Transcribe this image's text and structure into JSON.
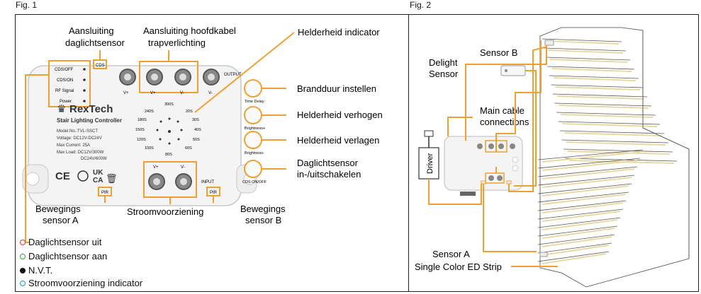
{
  "fig1": {
    "title": "Fig. 1",
    "callouts": {
      "daylight_port": [
        "Aansluiting",
        "daglichtsensor"
      ],
      "main_cable": [
        "Aansluiting hoofdkabel",
        "trapverlichting"
      ],
      "brightness_indicator": "Helderheid indicator",
      "burn_time": "Brandduur instellen",
      "brightness_up": "Helderheid verhogen",
      "brightness_down": "Helderheid verlagen",
      "daylight_toggle": [
        "Daglichtsensor",
        "in-/uitschakelen"
      ],
      "motion_a": [
        "Bewegings",
        "sensor A"
      ],
      "power": "Stroomvoorziening",
      "motion_b": [
        "Bewegings",
        "sensor B"
      ]
    },
    "legend": [
      {
        "label": "Daglichtsensor uit",
        "color": "#e03030",
        "style": "ring"
      },
      {
        "label": "Daglichtsensor aan",
        "color": "#2e9e3e",
        "style": "ring"
      },
      {
        "label": "N.V.T.",
        "color": "#111111",
        "style": "filled"
      },
      {
        "label": "Stroomvoorziening indicator",
        "color": "#1e8fd6",
        "style": "ring"
      }
    ],
    "device": {
      "brand": "RexTech",
      "product": "Stair Lighting Controller",
      "specs": [
        "Model No.:TVL-SSCT",
        "Voltage: DC12V-DC24V",
        "Max Current: 25A",
        "Max Load: DC12V/300W",
        "DC24V/600W"
      ],
      "status_labels": [
        "CDS/OFF",
        "CDS/ON",
        "RF Signal",
        "Power"
      ],
      "cds_label": "CDS",
      "output_label": "OUTPUT",
      "input_label": "INPUT",
      "pir_label": "PIR",
      "terminal_labels": [
        "V+",
        "V+",
        "V-",
        "V-"
      ],
      "input_terminal_labels": [
        "V+",
        "V-"
      ],
      "button_labels": [
        "Time Delay",
        "Brightness+",
        "Brightness-",
        "CDS ON/OFF"
      ],
      "dial_times": [
        "300S",
        "20S",
        "240S",
        "30S",
        "180S",
        "40S",
        "150S",
        "50S",
        "120S",
        "60S",
        "100S",
        "80S"
      ],
      "cert_marks": [
        "CE",
        "UK",
        "CA"
      ]
    }
  },
  "fig2": {
    "title": "Fig. 2",
    "labels": {
      "sensor_b": "Sensor B",
      "delight_sensor": [
        "Delight",
        "Sensor"
      ],
      "main_cable": [
        "Main cable",
        "connections"
      ],
      "driver": "Driver",
      "sensor_a": "Sensor A",
      "strip": "Single Color ED Strip"
    }
  },
  "colors": {
    "accent": "#f0a030",
    "device_body": "#f4f4f4",
    "panel_border": "#222222"
  }
}
